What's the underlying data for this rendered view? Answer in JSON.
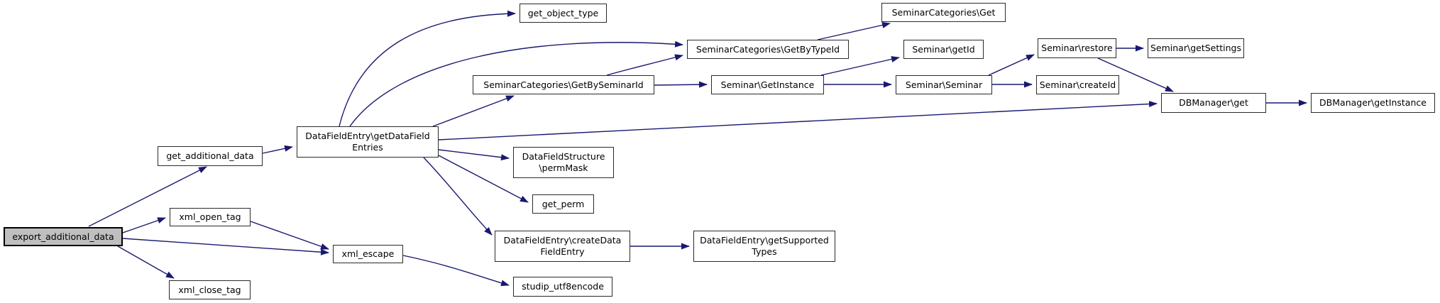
{
  "diagram": {
    "type": "call-graph",
    "edge_color": "#191970",
    "node_border_color": "#2a2a2a",
    "node_fill": "#ffffff",
    "root_fill": "#bfbfbf",
    "text_color": "#000000",
    "nodes": [
      {
        "id": "export",
        "root": true,
        "lines": [
          "export_additional_data"
        ]
      },
      {
        "id": "getadd",
        "root": false,
        "lines": [
          "get_additional_data"
        ]
      },
      {
        "id": "gdfe",
        "root": false,
        "lines": [
          "DataFieldEntry\\getDataField",
          "Entries"
        ]
      },
      {
        "id": "got",
        "root": false,
        "lines": [
          "get_object_type"
        ]
      },
      {
        "id": "gbtid",
        "root": false,
        "lines": [
          "SeminarCategories\\GetByTypeId"
        ]
      },
      {
        "id": "gbsid",
        "root": false,
        "lines": [
          "SeminarCategories\\GetBySeminarId"
        ]
      },
      {
        "id": "scget",
        "root": false,
        "lines": [
          "SeminarCategories\\Get"
        ]
      },
      {
        "id": "sgetid",
        "root": false,
        "lines": [
          "Seminar\\getId"
        ]
      },
      {
        "id": "sgi",
        "root": false,
        "lines": [
          "Seminar\\GetInstance"
        ]
      },
      {
        "id": "ssem",
        "root": false,
        "lines": [
          "Seminar\\Seminar"
        ]
      },
      {
        "id": "srest",
        "root": false,
        "lines": [
          "Seminar\\restore"
        ]
      },
      {
        "id": "sgset",
        "root": false,
        "lines": [
          "Seminar\\getSettings"
        ]
      },
      {
        "id": "scrid",
        "root": false,
        "lines": [
          "Seminar\\createId"
        ]
      },
      {
        "id": "dbget",
        "root": false,
        "lines": [
          "DBManager\\get"
        ]
      },
      {
        "id": "dbgi",
        "root": false,
        "lines": [
          "DBManager\\getInstance"
        ]
      },
      {
        "id": "perm",
        "root": false,
        "lines": [
          "DataFieldStructure",
          "\\permMask"
        ]
      },
      {
        "id": "gperm",
        "root": false,
        "lines": [
          "get_perm"
        ]
      },
      {
        "id": "cdfe",
        "root": false,
        "lines": [
          "DataFieldEntry\\createData",
          "FieldEntry"
        ]
      },
      {
        "id": "gst",
        "root": false,
        "lines": [
          "DataFieldEntry\\getSupported",
          "Types"
        ]
      },
      {
        "id": "xopen",
        "root": false,
        "lines": [
          "xml_open_tag"
        ]
      },
      {
        "id": "xesc",
        "root": false,
        "lines": [
          "xml_escape"
        ]
      },
      {
        "id": "xclose",
        "root": false,
        "lines": [
          "xml_close_tag"
        ]
      },
      {
        "id": "sutf",
        "root": false,
        "lines": [
          "studip_utf8encode"
        ]
      }
    ],
    "edges": [
      {
        "from": "export",
        "to": "getadd"
      },
      {
        "from": "export",
        "to": "xopen"
      },
      {
        "from": "export",
        "to": "xesc"
      },
      {
        "from": "export",
        "to": "xclose"
      },
      {
        "from": "getadd",
        "to": "gdfe"
      },
      {
        "from": "gdfe",
        "to": "got"
      },
      {
        "from": "gdfe",
        "to": "gbtid"
      },
      {
        "from": "gdfe",
        "to": "gbsid"
      },
      {
        "from": "gdfe",
        "to": "dbget"
      },
      {
        "from": "gdfe",
        "to": "perm"
      },
      {
        "from": "gdfe",
        "to": "gperm"
      },
      {
        "from": "gdfe",
        "to": "cdfe"
      },
      {
        "from": "gbsid",
        "to": "gbtid"
      },
      {
        "from": "gbsid",
        "to": "sgi"
      },
      {
        "from": "gbtid",
        "to": "scget"
      },
      {
        "from": "sgi",
        "to": "sgetid"
      },
      {
        "from": "sgi",
        "to": "ssem"
      },
      {
        "from": "ssem",
        "to": "srest"
      },
      {
        "from": "ssem",
        "to": "scrid"
      },
      {
        "from": "srest",
        "to": "sgset"
      },
      {
        "from": "srest",
        "to": "dbget"
      },
      {
        "from": "dbget",
        "to": "dbgi"
      },
      {
        "from": "cdfe",
        "to": "gst"
      },
      {
        "from": "xopen",
        "to": "xesc"
      },
      {
        "from": "xesc",
        "to": "sutf"
      }
    ]
  }
}
